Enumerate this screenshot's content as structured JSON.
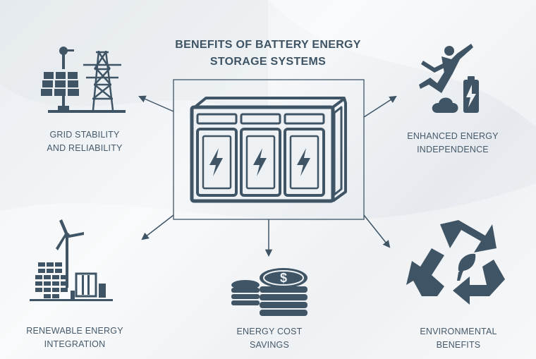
{
  "title": {
    "line1": "BENEFITS OF BATTERY ENERGY",
    "line2": "STORAGE SYSTEMS"
  },
  "center": {
    "icon": "battery-rack-icon"
  },
  "benefits": [
    {
      "icon": "solar-panel-and-power-tower-icon",
      "line1": "GRID STABILITY",
      "line2": "AND RELIABILITY"
    },
    {
      "icon": "jumping-person-with-battery-icon",
      "line1": "ENHANCED ENERGY",
      "line2": "INDEPENDENCE"
    },
    {
      "icon": "wind-turbine-factory-icon",
      "line1": "RENEWABLE ENERGY",
      "line2": "INTEGRATION"
    },
    {
      "icon": "coin-stacks-dollar-icon",
      "line1": "ENERGY COST",
      "line2": "SAVINGS"
    },
    {
      "icon": "recycle-leaf-icon",
      "line1": "ENVIRONMENTAL",
      "line2": "BENEFITS"
    }
  ],
  "colors": {
    "icon": "#3f5566",
    "text": "#45596a",
    "background": "#eef1f4"
  }
}
